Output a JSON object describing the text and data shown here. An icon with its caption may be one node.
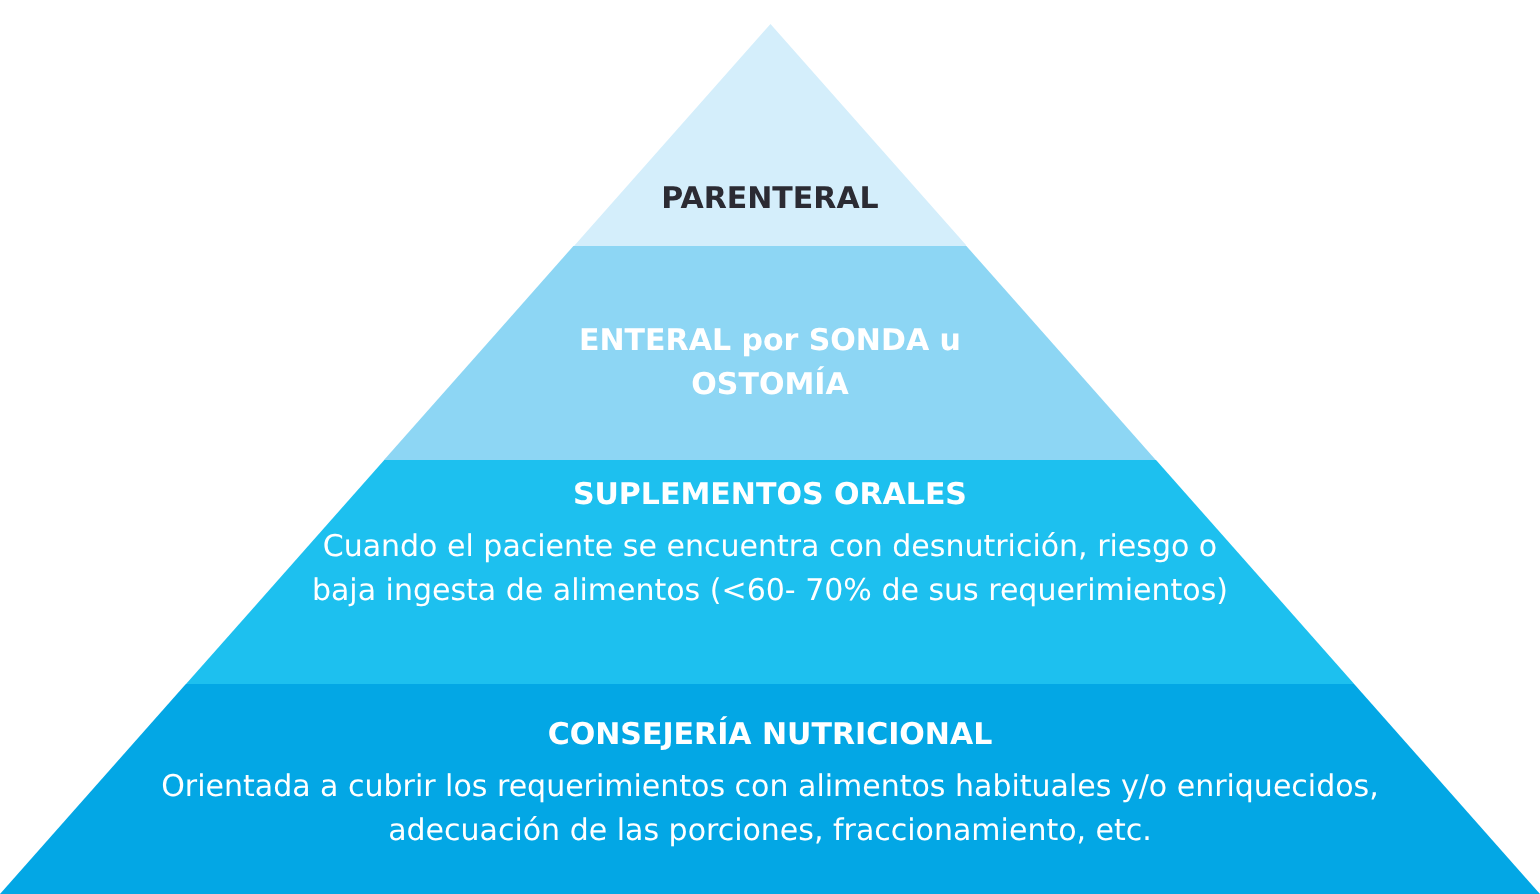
{
  "diagram": {
    "nodes": [
      {
        "text": [
          "PARENTERAL"
        ]
      },
      {
        "text": [
          "ENTERAL por SONDA u OSTOMÍA"
        ]
      },
      {
        "text": [
          "SUPLEMENTOS ORALES",
          "Cuando el paciente se encuentra con desnutrición, riesgo o baja ingesta de alimentos (<60- 70% de sus requerimientos)"
        ]
      },
      {
        "text": [
          "CONSEJERÍA NUTRICIONAL",
          "Orientada a cubrir los requerimientos con alimentos habituales y/o enriquecidos, adecuación de las porciones, fraccionamiento, etc."
        ]
      }
    ],
    "edges": []
  }
}
